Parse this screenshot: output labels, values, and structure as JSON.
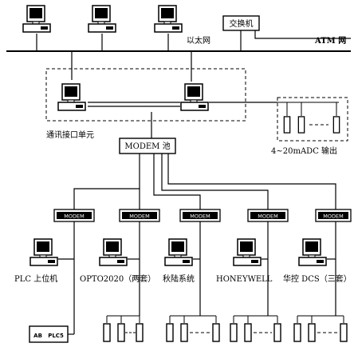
{
  "labels": {
    "switch": "交换机",
    "ethernet": "以太网",
    "atm": "ATM 网",
    "comm_unit": "通讯接口单元",
    "analog_out": "4~20mADC 输出",
    "modem_pool": "MODEM 池",
    "modem": "MODEM",
    "plc_host": "PLC 上位机",
    "opto": "OPTO2020（两套）",
    "yokogawa": "秋陆系统",
    "honeywell": "HONEYWELL",
    "hollysys": "华控 DCS（三套）",
    "ab_plc": "AB   PLC5"
  }
}
